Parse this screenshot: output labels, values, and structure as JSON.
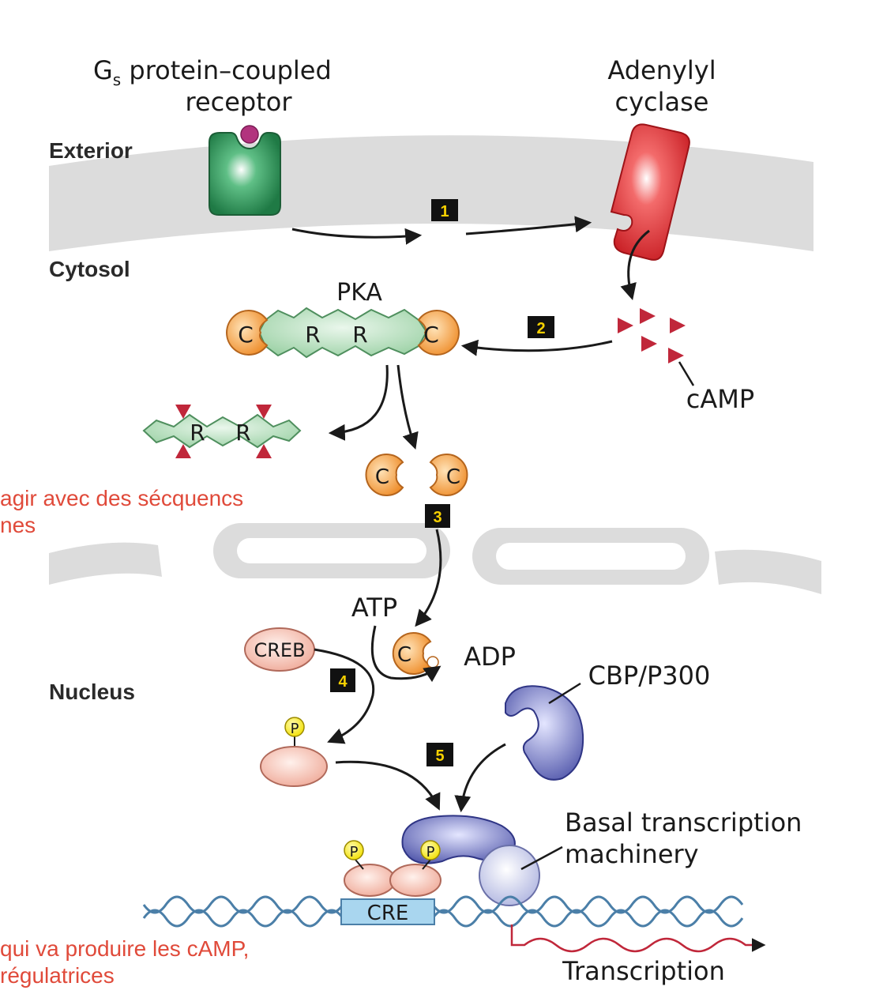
{
  "labels": {
    "receptor_line1_main": "G",
    "receptor_line1_sub": "s",
    "receptor_line1_rest": " protein–coupled",
    "receptor_line2": "receptor",
    "cyclase_line1": "Adenylyl",
    "cyclase_line2": "cyclase",
    "exterior": "Exterior",
    "cytosol": "Cytosol",
    "nucleus": "Nucleus",
    "pka": "PKA",
    "camp": "cAMP",
    "atp": "ATP",
    "adp": "ADP",
    "creb": "CREB",
    "cbp": "CBP/P300",
    "basal_line1": "Basal transcription",
    "basal_line2": "machinery",
    "cre": "CRE",
    "transcription": "Transcription",
    "c": "C",
    "r": "R",
    "p": "P"
  },
  "steps": [
    "1",
    "2",
    "3",
    "4",
    "5"
  ],
  "notes": {
    "note1_line1": "agir avec des sécquencs",
    "note1_line2": "nes",
    "note2_line1": "qui va produire les cAMP,",
    "note2_line2": "régulatrices"
  },
  "colors": {
    "membrane": "#dcdcdc",
    "receptor": "#2f8f5a",
    "cyclase": "#e23b3b",
    "catalytic": "#f4a347",
    "regulatory": "#bfe3c4",
    "camp": "#c0273a",
    "creb": "#f5c0b3",
    "cbp": "#6a6fb8",
    "basal": "#c8cbe8",
    "cre": "#a9d6ef",
    "note": "#e04a3a"
  }
}
